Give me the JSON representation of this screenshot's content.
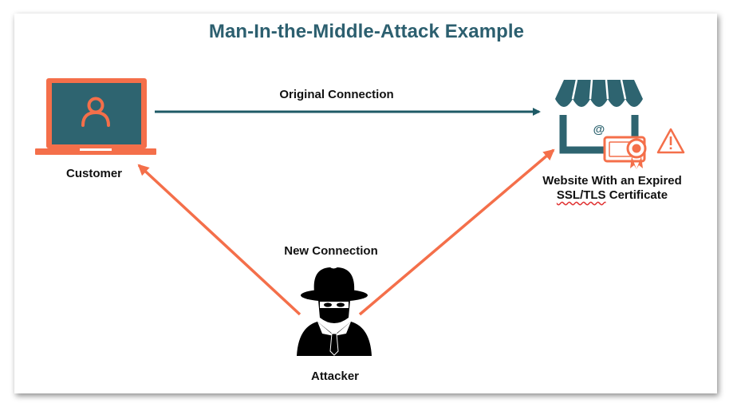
{
  "title": "Man-In-the-Middle-Attack Example",
  "nodes": {
    "customer": {
      "label": "Customer",
      "icon": "laptop-user-icon"
    },
    "website": {
      "label_line1": "Website With an Expired",
      "label_line2_a": "SSL/TLS",
      "label_line2_b": " Certificate",
      "icon": "storefront-icon"
    },
    "attacker": {
      "label": "Attacker",
      "icon": "spy-hacker-icon"
    }
  },
  "edges": {
    "original": {
      "label": "Original Connection",
      "color": "#1e5a66"
    },
    "new": {
      "label": "New Connection",
      "color": "#f46f4a"
    }
  },
  "colors": {
    "accent_orange": "#f46f4a",
    "teal": "#2e6470",
    "title": "#2c5f6f"
  }
}
